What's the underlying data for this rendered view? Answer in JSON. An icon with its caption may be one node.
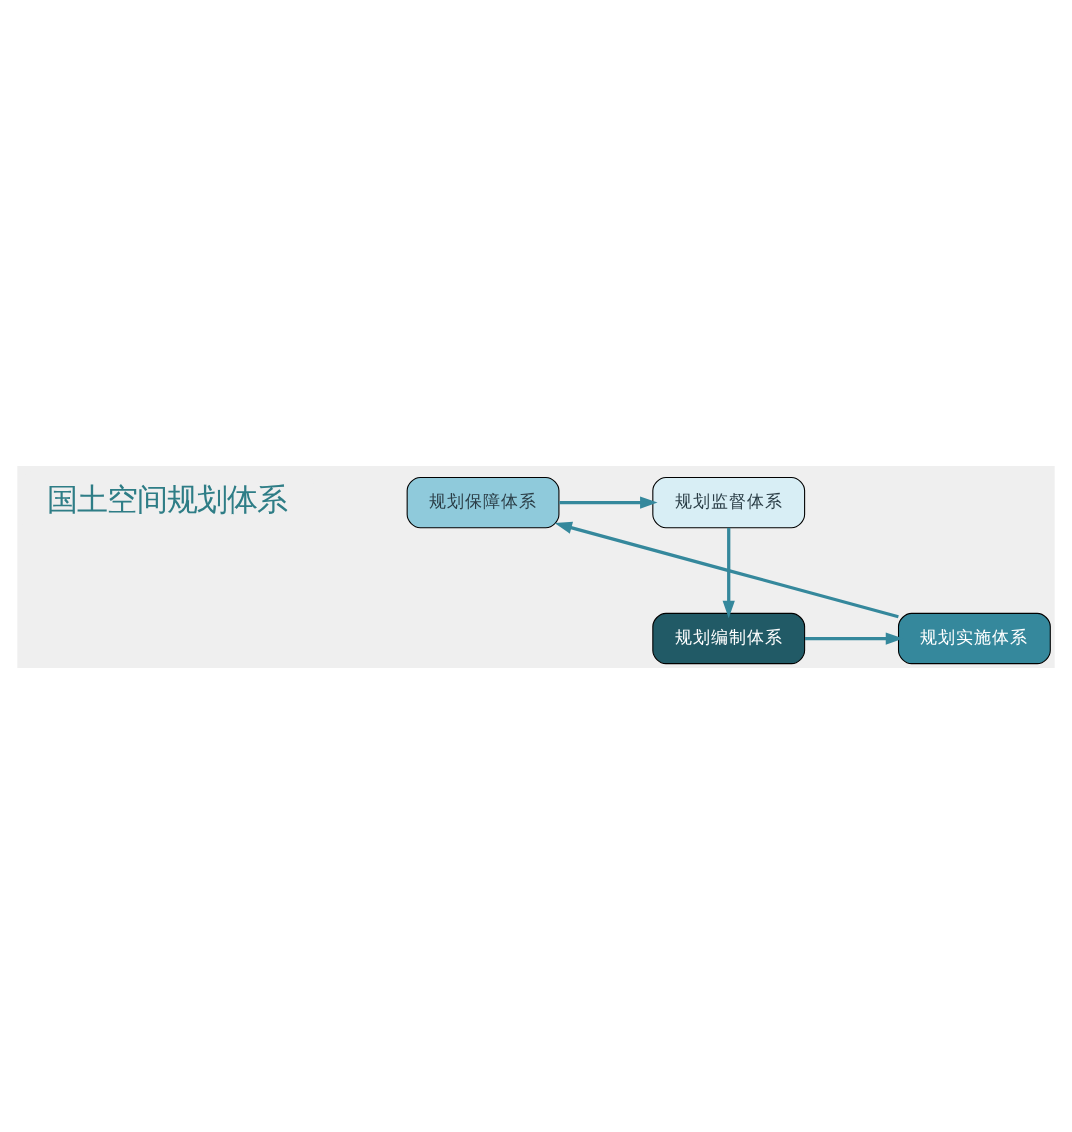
{
  "diagram": {
    "nodes": [
      {
        "text": [
          "国土空间规划体系"
        ]
      },
      {
        "text": [
          "规划保障体系"
        ]
      },
      {
        "text": [
          "规划监督体系"
        ]
      },
      {
        "text": [
          "规划编制体系"
        ]
      },
      {
        "text": [
          "规划实施体系"
        ]
      }
    ],
    "edges": [
      {
        "from": 1,
        "to": 2,
        "arrow": "to"
      },
      {
        "from": 2,
        "to": 3,
        "arrow": "to"
      },
      {
        "from": 3,
        "to": 4,
        "arrow": "to"
      },
      {
        "from": 4,
        "to": 1,
        "arrow": "to"
      }
    ]
  }
}
